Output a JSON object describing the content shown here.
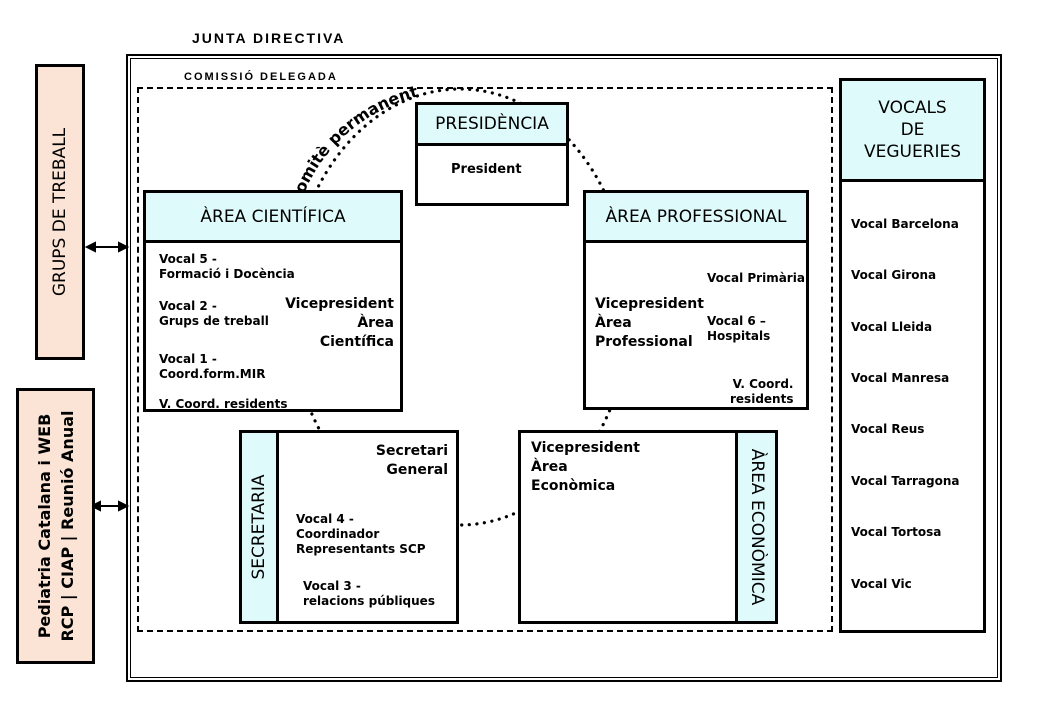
{
  "junta_title": "JUNTA DIRECTIVA",
  "comissio_title": "COMISSIÓ DELEGADA",
  "comite_label": "Comitè permanent",
  "grups_treball": "GRUPS DE TREBALL",
  "side_bottom": {
    "line1": "Pediatria Catalana i WEB",
    "line2": "RCP | CIAP | Reunió Anual"
  },
  "presidencia": {
    "header": "PRESIDÈNCIA",
    "item": "President"
  },
  "area_cientifica": {
    "header": "ÀREA CIENTÍFICA",
    "items": [
      {
        "line1": "Vocal 5 -",
        "line2": "Formació i Docència"
      },
      {
        "line1": "Vocal 2 -",
        "line2": "Grups de treball"
      },
      {
        "line1": "Vocal 1 -",
        "line2": "Coord.form.MIR"
      },
      {
        "line1": "V. Coord. residents",
        "line2": ""
      }
    ],
    "vp": {
      "line1": "Vicepresident",
      "line2": "Àrea",
      "line3": "Científica"
    }
  },
  "area_professional": {
    "header": "ÀREA PROFESSIONAL",
    "vp": {
      "line1": "Vicepresident",
      "line2": "Àrea",
      "line3": "Professional"
    },
    "vocal_primaria": "Vocal Primària",
    "vocal6": {
      "line1": "Vocal 6 –",
      "line2": "Hospitals"
    },
    "vcoord": {
      "line1": "V. Coord.",
      "line2": "residents"
    }
  },
  "secretaria": {
    "label": "SECRETARIA",
    "secretari": {
      "line1": "Secretari",
      "line2": "General"
    },
    "vocal4": {
      "line1": "Vocal 4 -",
      "line2": "Coordinador",
      "line3": "Representants  SCP"
    },
    "vocal3": {
      "line1": "Vocal 3 -",
      "line2": "relacions públiques"
    }
  },
  "area_economica": {
    "label": "ÀREA ECONÒMICA",
    "vp": {
      "line1": "Vicepresident",
      "line2": "Àrea",
      "line3": "Econòmica"
    }
  },
  "vocals_vegueries": {
    "header1": "VOCALS",
    "header2": "DE",
    "header3": "VEGUERIES",
    "items": [
      "Vocal Barcelona",
      "Vocal Girona",
      "Vocal Lleida",
      "Vocal Manresa",
      "Vocal Reus",
      "Vocal Tarragona",
      "Vocal Tortosa",
      "Vocal Vic"
    ]
  },
  "colors": {
    "header_fill": "#dffafa",
    "side_fill": "#fbe4d5"
  }
}
